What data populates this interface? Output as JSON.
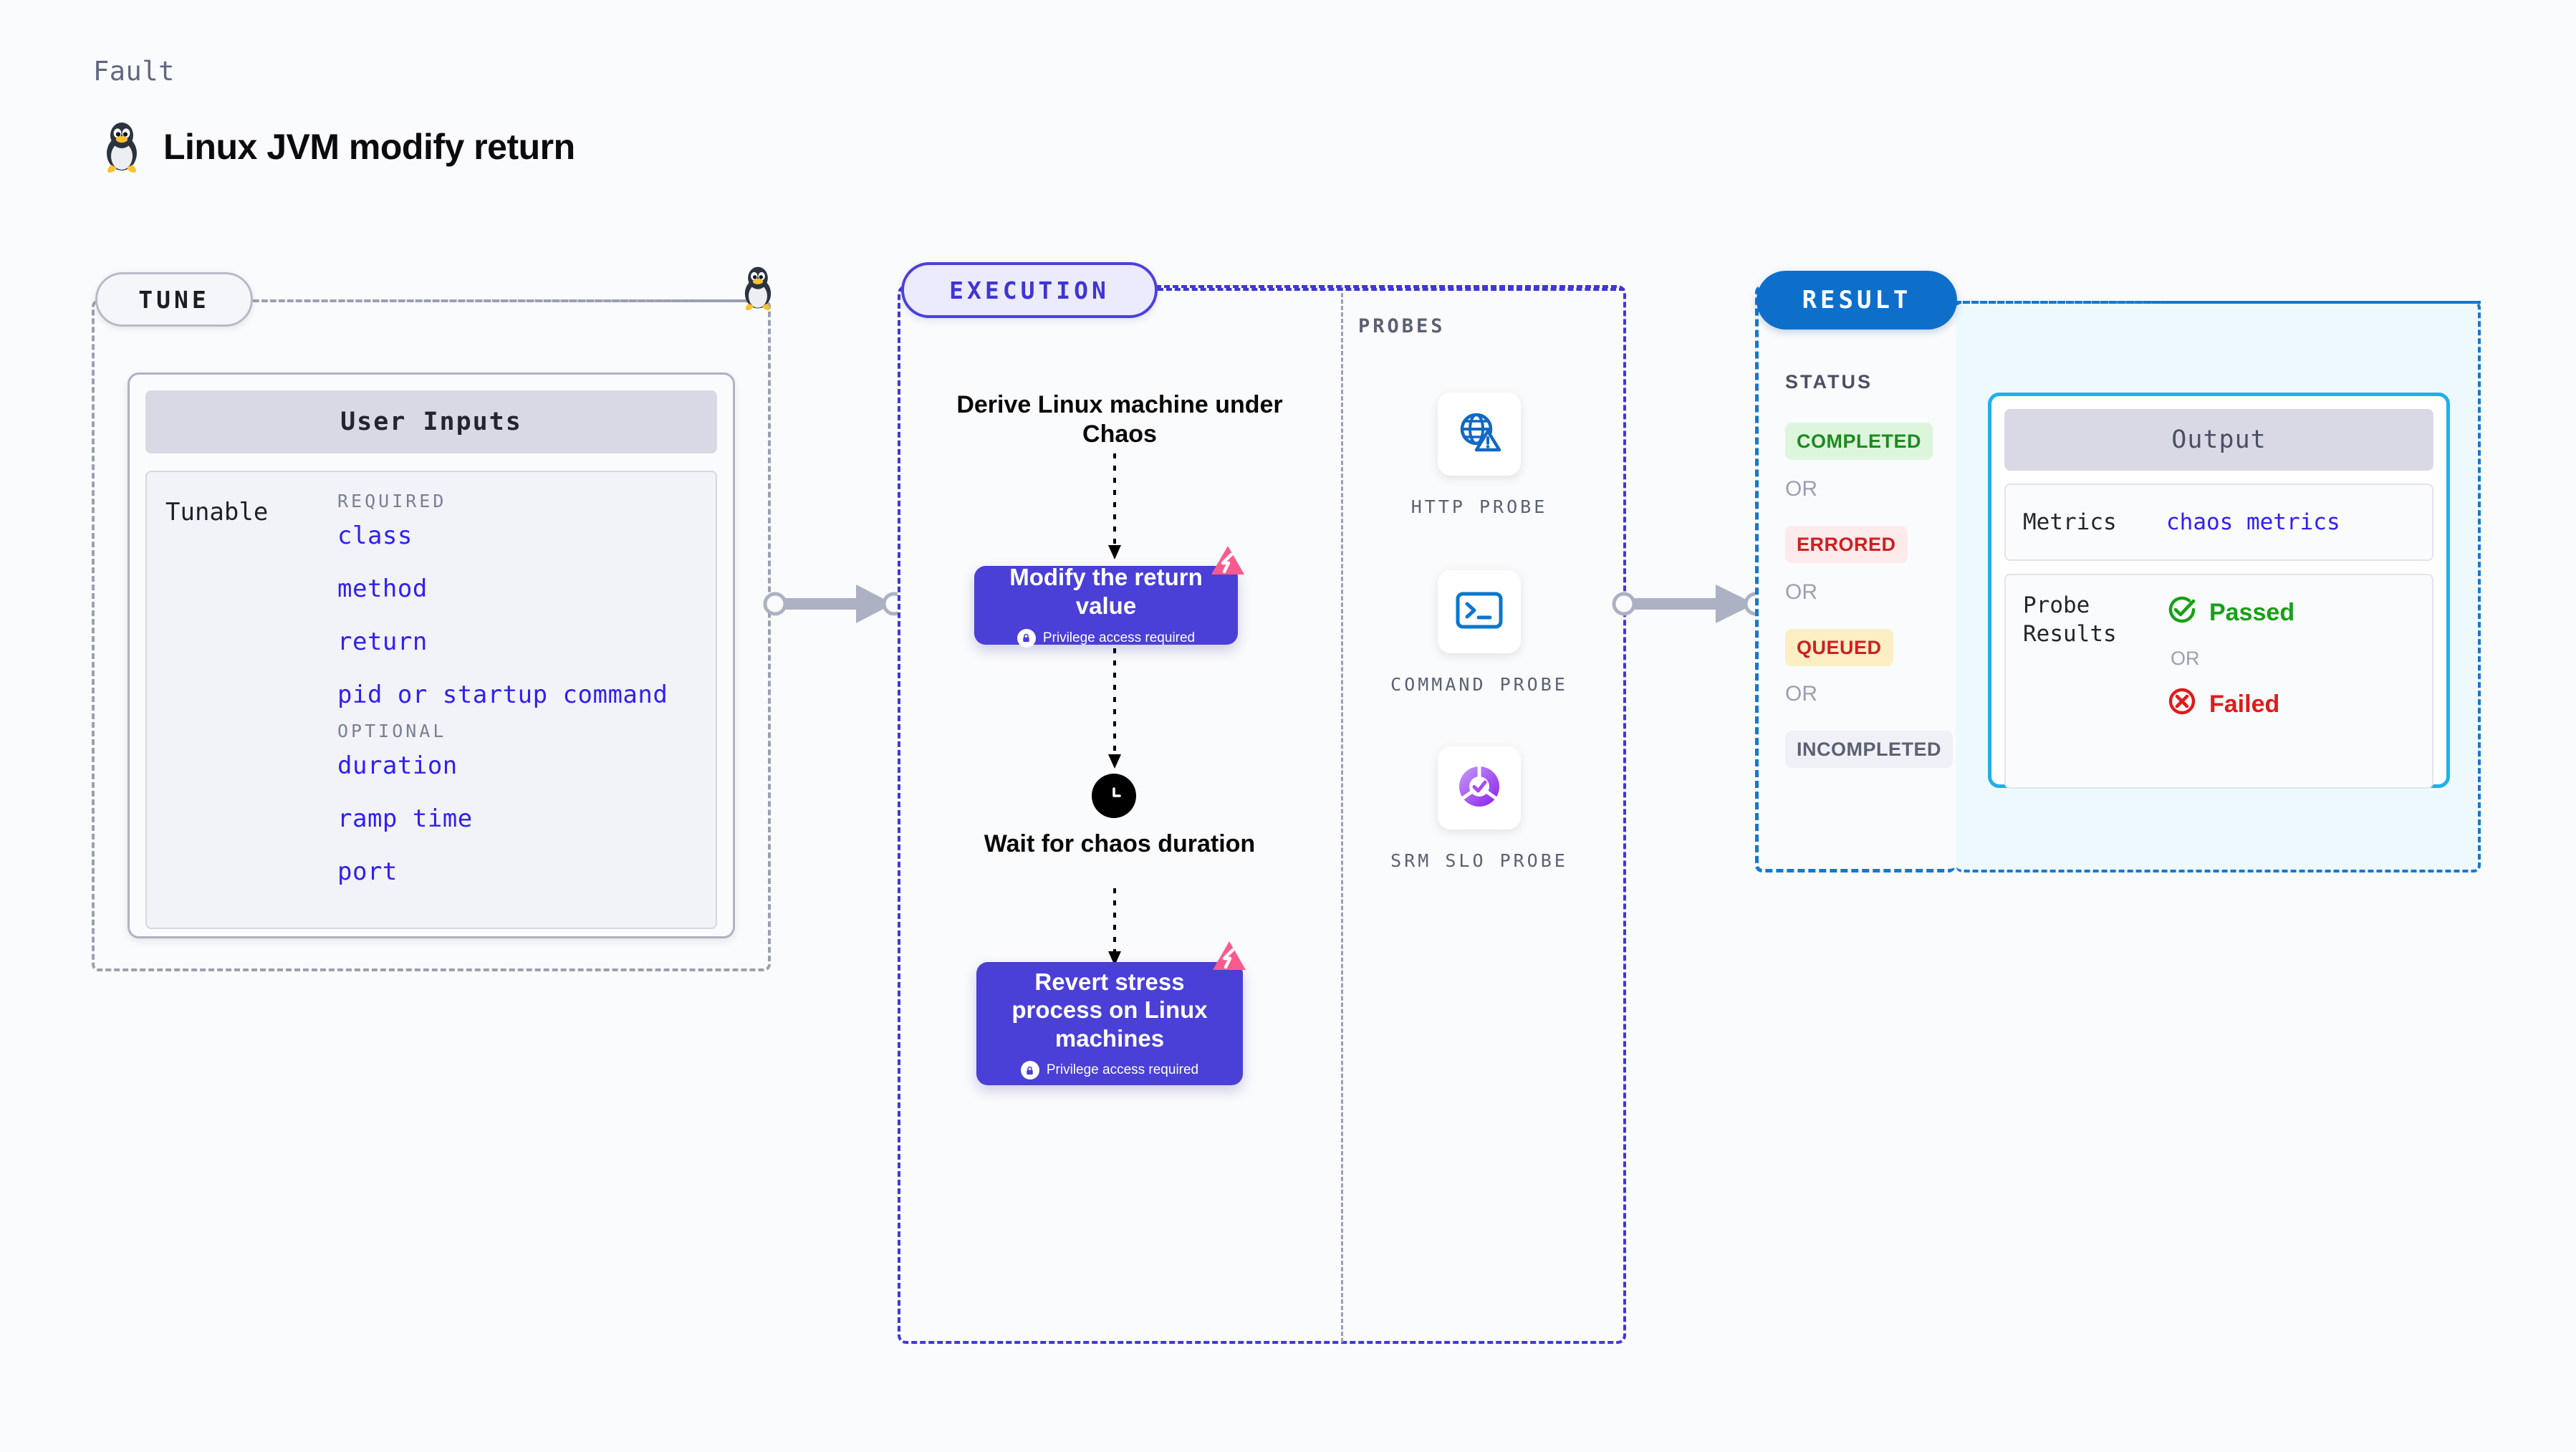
{
  "header": {
    "kicker": "Fault",
    "title": "Linux JVM modify return",
    "icon": "linux-penguin-icon"
  },
  "tune": {
    "pill_label": "TUNE",
    "card_header": "User Inputs",
    "tunable_label": "Tunable",
    "groups": [
      {
        "label": "REQUIRED",
        "items": [
          "class",
          "method",
          "return",
          "pid or startup command"
        ]
      },
      {
        "label": "OPTIONAL",
        "items": [
          "duration",
          "ramp time",
          "port"
        ]
      }
    ]
  },
  "execution": {
    "pill_label": "EXECUTION",
    "step1_text": "Derive Linux machine under Chaos",
    "card1_title": "Modify the return value",
    "card1_note": "Privilege access required",
    "wait_text": "Wait for chaos duration",
    "card2_title": "Revert stress process on Linux machines",
    "card2_note": "Privilege access required",
    "clock_icon": "clock-icon",
    "badge_icon": "litmus-chaos-badge-icon",
    "lock_icon": "lock-icon"
  },
  "probes": {
    "label": "PROBES",
    "items": [
      {
        "caption": "HTTP PROBE",
        "icon": "globe-warning-icon"
      },
      {
        "caption": "COMMAND PROBE",
        "icon": "terminal-icon"
      },
      {
        "caption": "SRM SLO PROBE",
        "icon": "slo-donut-check-icon"
      }
    ]
  },
  "result": {
    "pill_label": "RESULT",
    "status_label": "STATUS",
    "or_label": "OR",
    "statuses": [
      {
        "label": "COMPLETED",
        "bg": "#ddf5dd",
        "fg": "#1e8a1e"
      },
      {
        "label": "ERRORED",
        "bg": "#fdeaea",
        "fg": "#cc2121"
      },
      {
        "label": "QUEUED",
        "bg": "#fdeec4",
        "fg": "#cc2121"
      },
      {
        "label": "INCOMPLETED",
        "bg": "#f0f1f6",
        "fg": "#5b6073"
      }
    ]
  },
  "output": {
    "header": "Output",
    "metrics_key": "Metrics",
    "metrics_value": "chaos metrics",
    "probe_results_key": "Probe Results",
    "passed_label": "Passed",
    "failed_label": "Failed",
    "or_label": "OR",
    "passed_icon": "check-circle-icon",
    "failed_icon": "x-circle-icon"
  },
  "colors": {
    "accent_indigo": "#4a3fd6",
    "accent_blue": "#1278d4",
    "accent_cyan": "#1fb0ec",
    "tunable_value": "#3020f0",
    "pink_badge": "#fa5b8e",
    "muted": "#9aa0b0"
  }
}
